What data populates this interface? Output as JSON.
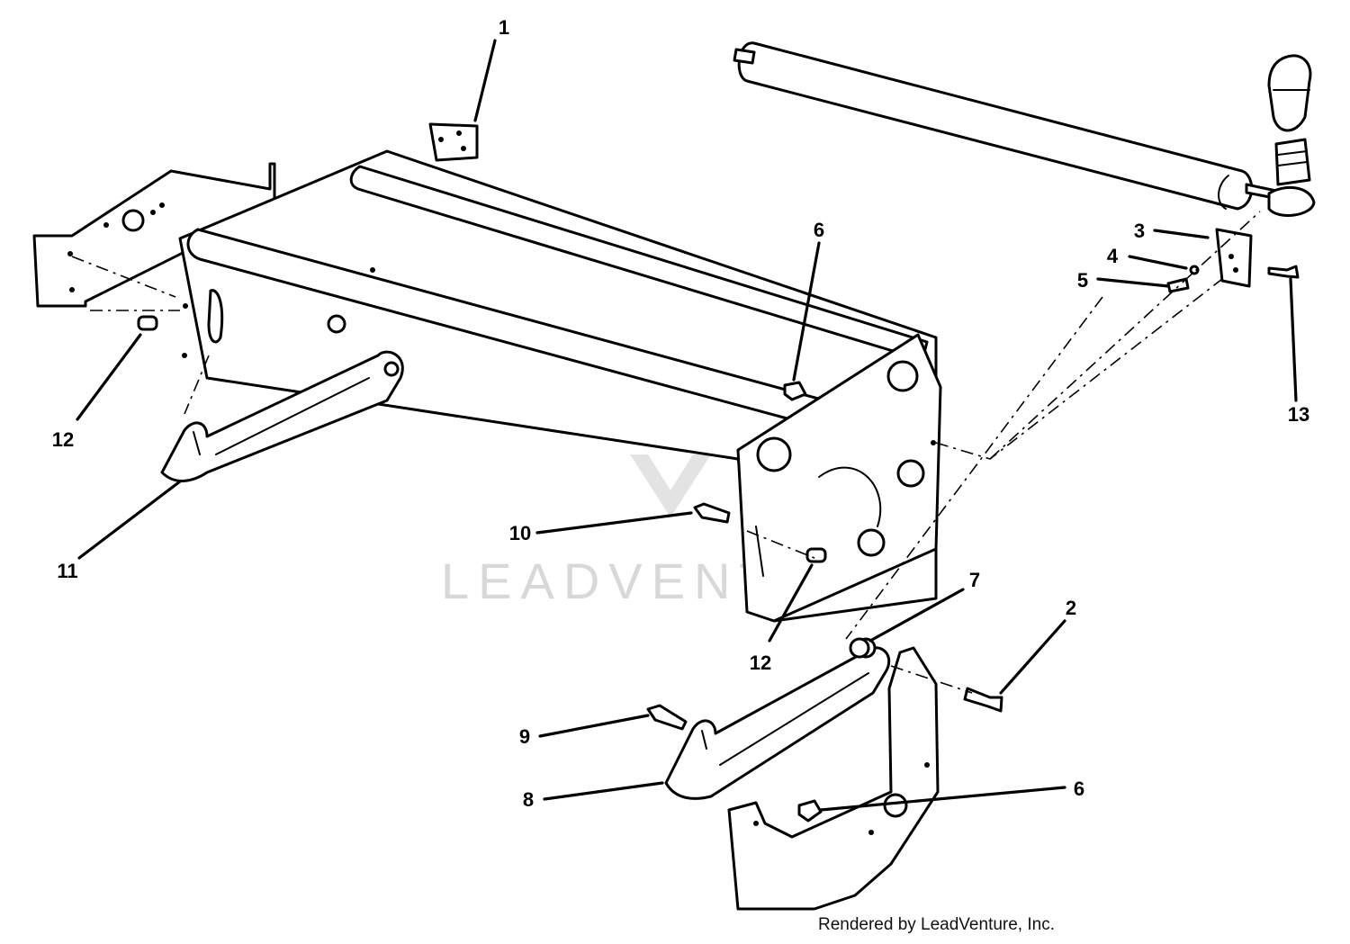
{
  "diagram": {
    "callouts": [
      {
        "id": "1",
        "label": "1"
      },
      {
        "id": "2",
        "label": "2"
      },
      {
        "id": "3",
        "label": "3"
      },
      {
        "id": "4",
        "label": "4"
      },
      {
        "id": "5",
        "label": "5"
      },
      {
        "id": "6a",
        "label": "6"
      },
      {
        "id": "6b",
        "label": "6"
      },
      {
        "id": "7",
        "label": "7"
      },
      {
        "id": "8",
        "label": "8"
      },
      {
        "id": "9",
        "label": "9"
      },
      {
        "id": "10",
        "label": "10"
      },
      {
        "id": "11",
        "label": "11"
      },
      {
        "id": "12a",
        "label": "12"
      },
      {
        "id": "12b",
        "label": "12"
      },
      {
        "id": "13",
        "label": "13"
      }
    ],
    "watermark": "LEADVENTURE",
    "credit": "Rendered by LeadVenture, Inc."
  }
}
